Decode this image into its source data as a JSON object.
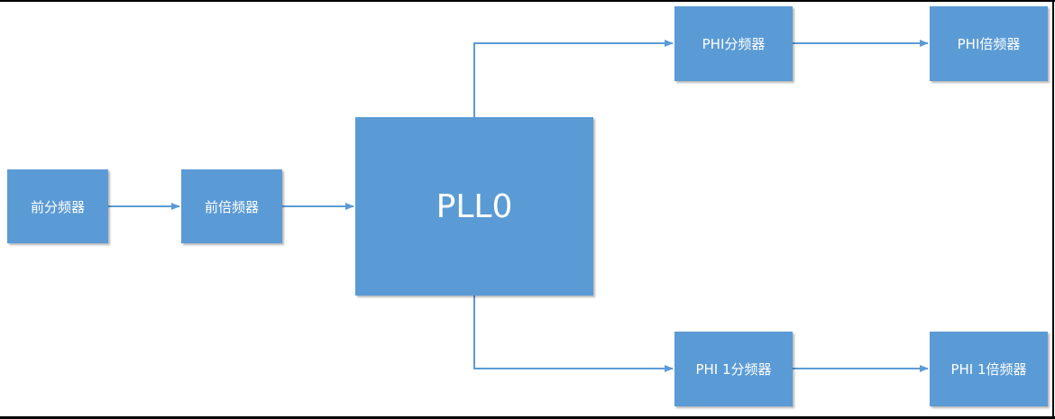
{
  "diagram": {
    "colors": {
      "box_fill": "#5b9bd5",
      "box_text": "#ffffff",
      "connector": "#5b9bd5"
    },
    "nodes": {
      "pre_divider": {
        "label": "前分频器"
      },
      "pre_multiplier": {
        "label": "前倍频器"
      },
      "pll": {
        "label": "PLL0"
      },
      "phi_divider": {
        "label": "PHI分频器"
      },
      "phi_multiplier": {
        "label": "PHI倍频器"
      },
      "phi1_divider": {
        "label": "PHI 1分频器"
      },
      "phi1_multiplier": {
        "label": "PHI 1倍频器"
      }
    },
    "edges": [
      {
        "from": "pre_divider",
        "to": "pre_multiplier"
      },
      {
        "from": "pre_multiplier",
        "to": "pll"
      },
      {
        "from": "pll",
        "to": "phi_divider"
      },
      {
        "from": "phi_divider",
        "to": "phi_multiplier"
      },
      {
        "from": "pll",
        "to": "phi1_divider"
      },
      {
        "from": "phi1_divider",
        "to": "phi1_multiplier"
      }
    ]
  }
}
